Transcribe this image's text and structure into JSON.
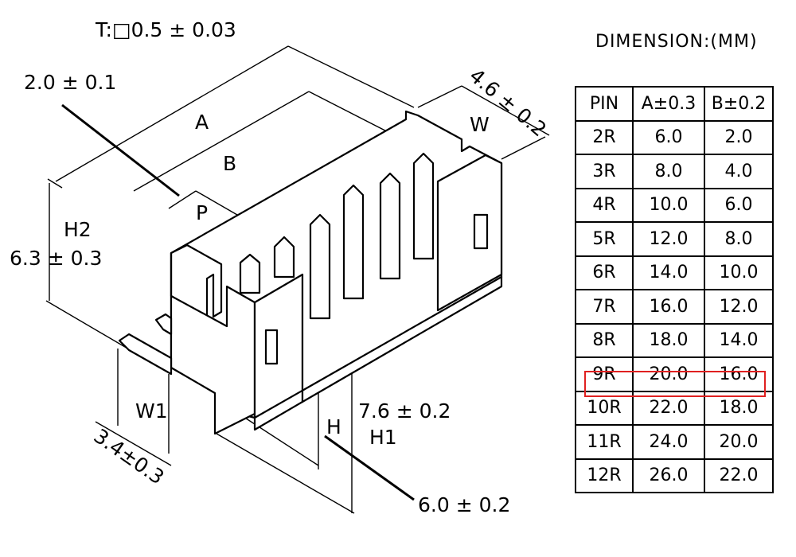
{
  "labels": {
    "thickness": "T:□0.5 ± 0.03",
    "pitch_tol": "2.0 ± 0.1",
    "a": "A",
    "b": "B",
    "p": "P",
    "t": "T",
    "w": "W",
    "w_tol": "4.6 ± 0.2",
    "h2": "H2",
    "h2_tol": "6.3 ± 0.3",
    "w1": "W1",
    "w1_tol": "3.4±0.3",
    "h": "H",
    "h1": "H1",
    "h1_tol": "7.6 ± 0.2",
    "h_tol": "6.0 ± 0.2"
  },
  "table": {
    "title": "DIMENSION:(MM)",
    "headers": [
      "PIN",
      "A±0.3",
      "B±0.2"
    ],
    "rows": [
      [
        "2R",
        "6.0",
        "2.0"
      ],
      [
        "3R",
        "8.0",
        "4.0"
      ],
      [
        "4R",
        "10.0",
        "6.0"
      ],
      [
        "5R",
        "12.0",
        "8.0"
      ],
      [
        "6R",
        "14.0",
        "10.0"
      ],
      [
        "7R",
        "16.0",
        "12.0"
      ],
      [
        "8R",
        "18.0",
        "14.0"
      ],
      [
        "9R",
        "20.0",
        "16.0"
      ],
      [
        "10R",
        "22.0",
        "18.0"
      ],
      [
        "11R",
        "24.0",
        "20.0"
      ],
      [
        "12R",
        "26.0",
        "22.0"
      ]
    ],
    "highlighted_row": "9R",
    "highlight_color": "#e02020"
  }
}
